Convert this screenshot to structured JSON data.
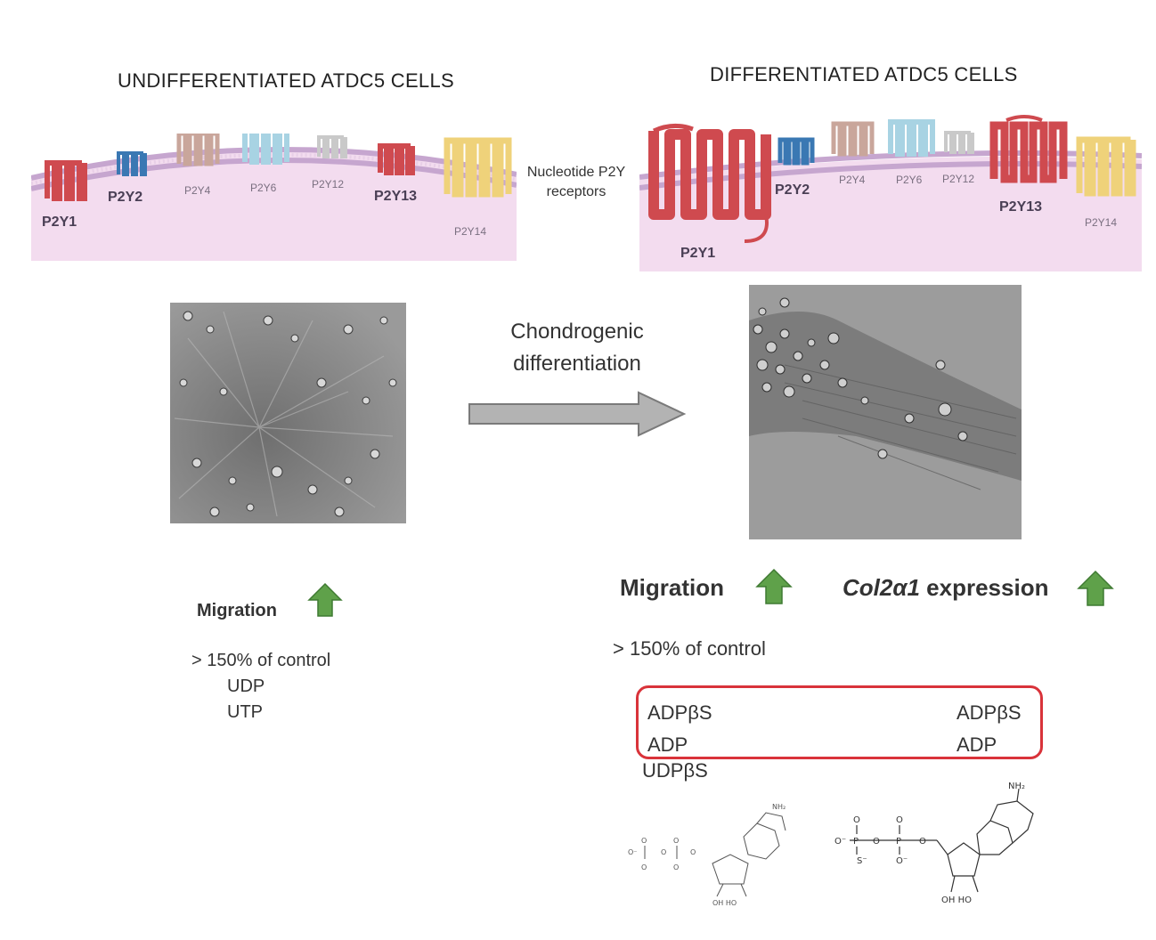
{
  "left": {
    "title": "UNDIFFERENTIATED ATDC5 CELLS",
    "receptors": [
      "P2Y1",
      "P2Y2",
      "P2Y4",
      "P2Y6",
      "P2Y12",
      "P2Y13",
      "P2Y14"
    ],
    "migration_label": "Migration",
    "threshold": "150% of control",
    "agonists": [
      "UDP",
      "UTP"
    ]
  },
  "right": {
    "title": "DIFFERENTIATED ATDC5 CELLS",
    "receptors": [
      "P2Y1",
      "P2Y2",
      "P2Y4",
      "P2Y6",
      "P2Y12",
      "P2Y13",
      "P2Y14"
    ],
    "migration_label": "Migration",
    "expression_gene": "Col2α1",
    "expression_label": "expression",
    "threshold": "150% of control",
    "migration_agonists": [
      "ADPβS",
      "ADP",
      "UDPβS"
    ],
    "expression_agonists": [
      "ADPβS",
      "ADP"
    ]
  },
  "center": {
    "receptor_label_line1": "Nucleotide P2Y",
    "receptor_label_line2": "receptors",
    "process_line1": "Chondrogenic",
    "process_line2": "differentiation"
  },
  "symbols": {
    "gt": ">",
    "nh2": "NH₂",
    "oh": "OH HO",
    "o_minus": "O⁻",
    "s_minus": "S⁻",
    "o": "O",
    "p": "P"
  },
  "colors": {
    "membrane": "#f3dcef",
    "membrane_band": "#c6a6cf",
    "p2y1": "#cf4a4f",
    "p2y2": "#3a78b3",
    "p2y4": "#c9a69b",
    "p2y6": "#a8d3e3",
    "p2y12": "#c9c9c9",
    "p2y13": "#cf4a4f",
    "p2y14": "#efd27a",
    "up_arrow": "#5fa14a",
    "process_arrow": "#b3b3b3",
    "highlight_box": "#d9333a"
  }
}
